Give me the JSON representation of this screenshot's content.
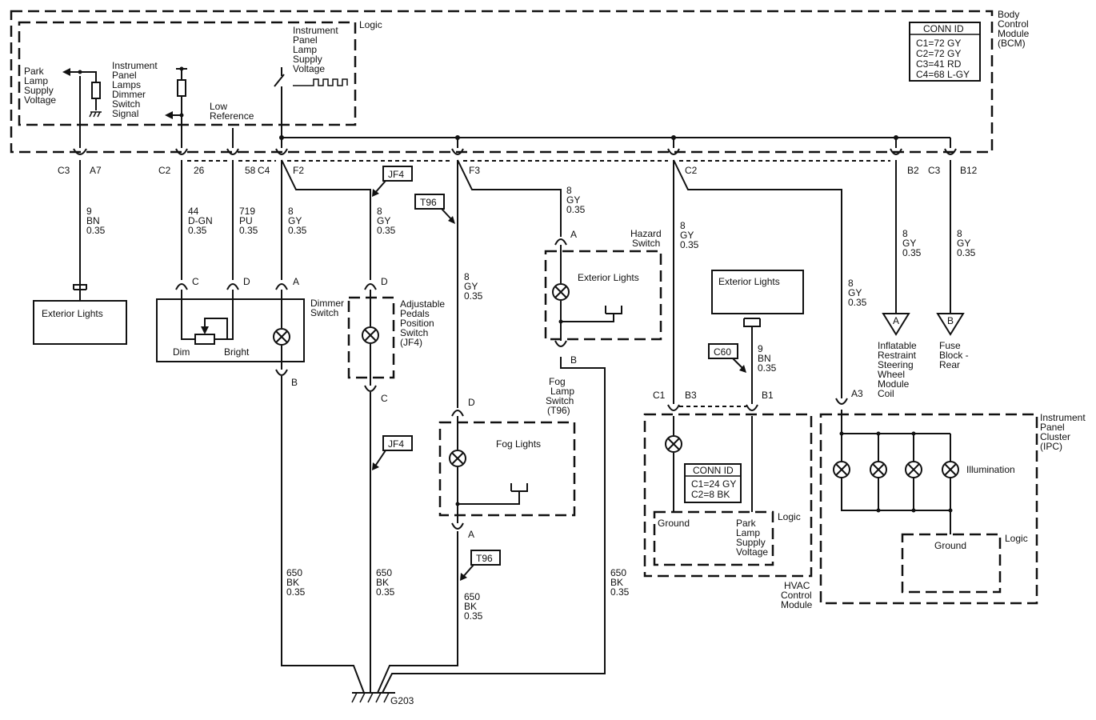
{
  "modules": {
    "bcm": {
      "name": "Body Control Module (BCM)",
      "logic": "Logic",
      "conn_id_title": "CONN ID",
      "conn_ids": [
        "C1=72 GY",
        "C2=72 GY",
        "C3=41 RD",
        "C4=68 L-GY"
      ],
      "park_lamp_supply_voltage": "Park Lamp Supply Voltage",
      "ip_lamps_dimmer_switch_signal": "Instrument Panel Lamps Dimmer Switch Signal",
      "low_reference": "Low Reference",
      "ip_lamp_supply_voltage": "Instrument Panel Lamp Supply Voltage"
    },
    "hvac": {
      "name": "HVAC Control Module",
      "logic": "Logic",
      "conn_id_title": "CONN ID",
      "conn_ids": [
        "C1=24 GY",
        "C2=8 BK"
      ],
      "ground": "Ground",
      "park_lamp_supply_voltage": "Park Lamp Supply Voltage"
    },
    "ipc": {
      "name": "Instrument Panel Cluster (IPC)",
      "logic": "Logic",
      "ground": "Ground",
      "illumination": "Illumination"
    }
  },
  "components": {
    "exterior_lights_left": "Exterior Lights",
    "dimmer_switch": {
      "name": "Dimmer Switch",
      "dim": "Dim",
      "bright": "Bright"
    },
    "adjustable_pedals": "Adjustable Pedals Position Switch (JF4)",
    "hazard_switch": {
      "name": "Hazard Switch",
      "inner": "Exterior Lights"
    },
    "fog_lamp_switch": {
      "name": "Fog Lamp Switch (T96)",
      "inner": "Fog Lights"
    },
    "exterior_lights_right": "Exterior Lights",
    "airbag_coil": "Inflatable Restraint Steering Wheel Module Coil",
    "fuse_block": "Fuse Block - Rear",
    "ground_id": "G203"
  },
  "option_tags": {
    "jf4": "JF4",
    "t96": "T96",
    "c60": "C60"
  },
  "connectors": {
    "c3": "C3",
    "a7": "A7",
    "c2": "C2",
    "p26": "26",
    "p58": "58",
    "c4": "C4",
    "f2": "F2",
    "f3": "F3",
    "b2": "B2",
    "b12": "B12",
    "c": "C",
    "d": "D",
    "a": "A",
    "b": "B",
    "c1": "C1",
    "b3": "B3",
    "b1": "B1",
    "a3": "A3"
  },
  "wires": {
    "w9bn": [
      "9",
      "BN",
      "0.35"
    ],
    "w44": [
      "44",
      "D-GN",
      "0.35"
    ],
    "w719": [
      "719",
      "PU",
      "0.35"
    ],
    "w8gy": [
      "8",
      "GY",
      "0.35"
    ],
    "w650": [
      "650",
      "BK",
      "0.35"
    ]
  },
  "circles": {
    "a": "A",
    "b": "B"
  }
}
